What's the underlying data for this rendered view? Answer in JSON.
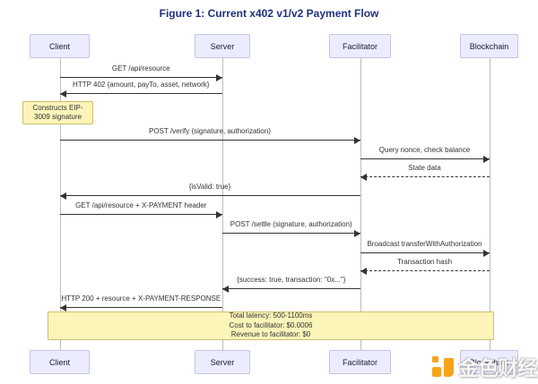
{
  "title": "Figure 1: Current x402 v1/v2 Payment Flow",
  "actors": [
    {
      "id": "client",
      "label": "Client"
    },
    {
      "id": "server",
      "label": "Server"
    },
    {
      "id": "facilitator",
      "label": "Facilitator"
    },
    {
      "id": "blockchain",
      "label": "Blockchain"
    }
  ],
  "messages": [
    {
      "from": "client",
      "to": "server",
      "label": "GET /api/resource",
      "line": "solid"
    },
    {
      "from": "server",
      "to": "client",
      "label": "HTTP 402 {amount, payTo, asset, network}",
      "line": "solid"
    },
    {
      "from": "client",
      "to": "facilitator",
      "label": "POST /verify (signature, authorization)",
      "line": "solid"
    },
    {
      "from": "facilitator",
      "to": "blockchain",
      "label": "Query nonce, check balance",
      "line": "solid"
    },
    {
      "from": "blockchain",
      "to": "facilitator",
      "label": "State data",
      "line": "dashed"
    },
    {
      "from": "facilitator",
      "to": "client",
      "label": "{isValid: true}",
      "line": "solid"
    },
    {
      "from": "client",
      "to": "server",
      "label": "GET /api/resource + X-PAYMENT header",
      "line": "solid"
    },
    {
      "from": "server",
      "to": "facilitator",
      "label": "POST /settle (signature, authorization)",
      "line": "solid"
    },
    {
      "from": "facilitator",
      "to": "blockchain",
      "label": "Broadcast transferWithAuthorization",
      "line": "solid"
    },
    {
      "from": "blockchain",
      "to": "facilitator",
      "label": "Transaction hash",
      "line": "dashed"
    },
    {
      "from": "facilitator",
      "to": "server",
      "label": "{success: true, transaction: \"0x...\"}",
      "line": "solid"
    },
    {
      "from": "server",
      "to": "client",
      "label": "HTTP 200 + resource + X-PAYMENT-RESPONSE",
      "line": "solid"
    }
  ],
  "notes": {
    "client_note": "Constructs EIP-3009 signature",
    "summary_note": [
      "Total latency: 500-1100ms",
      "Cost to facilitator: $0.0006",
      "Revenue to facilitator: $0"
    ]
  },
  "watermark": {
    "text": "金色财经"
  },
  "colors": {
    "title": "#1f2f80",
    "actor_fill": "#ECECFF",
    "actor_border": "#c3c3e6",
    "note_fill": "#fcf4b9",
    "note_border": "#ccbe6a",
    "arrow": "#333333",
    "lifeline": "#bdbdbd",
    "text": "#333333",
    "watermark_orange": "#F6A41C"
  }
}
